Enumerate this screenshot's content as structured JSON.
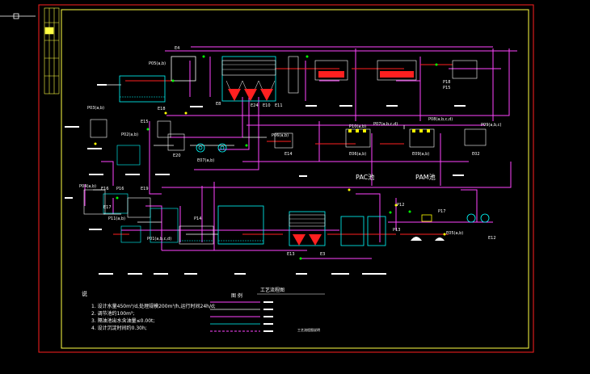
{
  "tags": {
    "e4": "E4",
    "p05": "P05(a,b)",
    "p03": "P03(a,b)",
    "e18": "E18",
    "e15": "E15",
    "e24": "E24",
    "e10": "E10",
    "e11": "E11",
    "e8": "E8",
    "p18": "P18",
    "p02": "P02(a,b)",
    "p07": "P07(a,b,c,d)",
    "p08": "P08(a,b,c,d)",
    "p09": "P09(a,b,c)",
    "p06": "P06(a,b)",
    "p10": "P10(a,b)",
    "e14": "E14",
    "e06": "E06(a,b)",
    "e09": "E09(a,b)",
    "e02": "E02",
    "e20": "E20",
    "e07": "E07(a,b)",
    "p04": "P04(a,b)",
    "e16": "E16",
    "p16": "P16",
    "e19": "E19",
    "e17": "E17",
    "e13": "E13",
    "e3": "E3",
    "p11": "P11(a,b)",
    "p12": "P12",
    "p13": "P13",
    "p15": "P15",
    "e12": "E12",
    "e05": "E05(a,b)",
    "p01": "P01(a,b,c,d)",
    "p14": "P14",
    "p17": "P17"
  },
  "zone_labels": {
    "pac": "PAC池",
    "pam": "PAM池"
  },
  "notes": {
    "heading": "说",
    "items": [
      "1. 设计水量450m³/d,处理规模200m³/h,运行时间24h/d;",
      "2. 调节池约100m³;",
      "3. 隔油池出水含油量≤0.00t;",
      "4. 设计沉淀时间约0.30h;"
    ]
  },
  "legend_title": "图 例",
  "drawing_title": "工艺流程图",
  "drawing_caption": "工艺流程图说明"
}
